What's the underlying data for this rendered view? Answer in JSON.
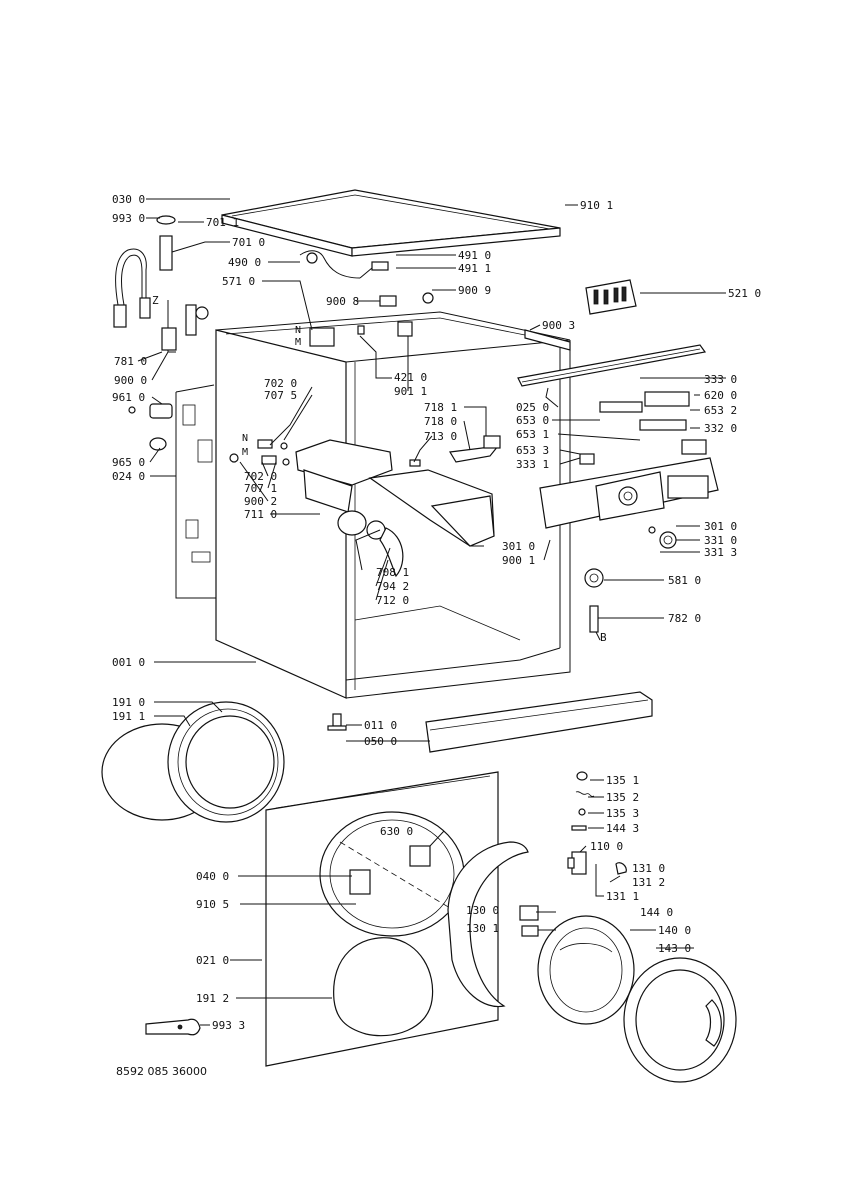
{
  "labels": {
    "l030_0": "030 0",
    "l993_0": "993 0",
    "l701_1": "701 1",
    "l701_0": "701 0",
    "l490_0": "490 0",
    "l571_0": "571 0",
    "l491_0": "491 0",
    "l491_1": "491 1",
    "l900_9": "900 9",
    "l900_8": "900 8",
    "l910_1": "910 1",
    "l521_0": "521 0",
    "l900_3": "900 3",
    "l781_0": "781 0",
    "l900_0": "900 0",
    "l421_0": "421 0",
    "l901_1": "901 1",
    "l702_0a": "702 0",
    "l707_5": "707 5",
    "l718_1": "718 1",
    "l718_0": "718 0",
    "l713_0": "713 0",
    "l333_0": "333 0",
    "l025_0": "025 0",
    "l620_0": "620 0",
    "l653_2": "653 2",
    "l653_0": "653 0",
    "l332_0": "332 0",
    "l653_1": "653 1",
    "l653_3": "653 3",
    "l333_1": "333 1",
    "l961_0": "961 0",
    "l965_0": "965 0",
    "l024_0": "024 0",
    "l702_0b": "702 0",
    "l707_1": "707 1",
    "l900_2": "900 2",
    "l711_0": "711 0",
    "l301_0a": "301 0",
    "l900_1": "900 1",
    "l301_0b": "301 0",
    "l331_0": "331 0",
    "l331_3": "331 3",
    "l708_1": "708 1",
    "l794_2": "794 2",
    "l712_0": "712 0",
    "l581_0": "581 0",
    "l782_0": "782 0",
    "l001_0": "001 0",
    "l191_0": "191 0",
    "l191_1": "191 1",
    "l011_0": "011 0",
    "l050_0": "050 0",
    "l135_1": "135 1",
    "l135_2": "135 2",
    "l135_3": "135 3",
    "l144_3": "144 3",
    "l630_0": "630 0",
    "l110_0": "110 0",
    "l040_0": "040 0",
    "l131_0": "131 0",
    "l131_2": "131 2",
    "l131_1": "131 1",
    "l910_5": "910 5",
    "l130_0": "130 0",
    "l144_0": "144 0",
    "l130_1": "130 1",
    "l140_0": "140 0",
    "l021_0": "021 0",
    "l143_0": "143 0",
    "l191_2": "191 2",
    "l993_3": "993 3"
  },
  "markers": {
    "z": "Z",
    "n1": "N",
    "m1": "M",
    "n2": "N",
    "m2": "M",
    "b": "B"
  },
  "footer": "8592 085 36000"
}
